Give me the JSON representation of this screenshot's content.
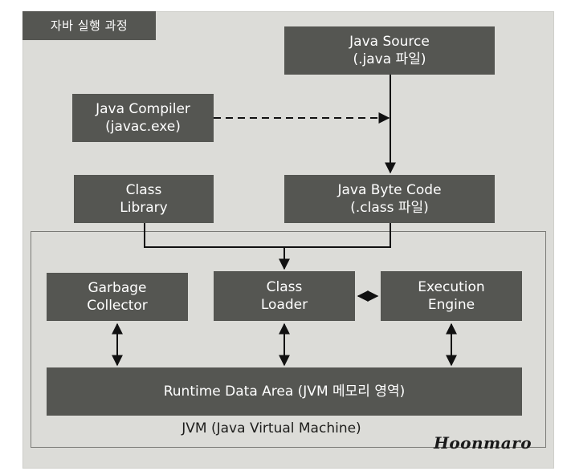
{
  "diagram": {
    "title": "자바 실행 과정",
    "nodes": {
      "java_source": {
        "lines": [
          "Java Source",
          "(.java 파일)"
        ]
      },
      "java_compiler": {
        "lines": [
          "Java Compiler",
          "(javac.exe)"
        ]
      },
      "class_library": {
        "lines": [
          "Class",
          "Library"
        ]
      },
      "java_byte_code": {
        "lines": [
          "Java Byte Code",
          "(.class 파일)"
        ]
      },
      "garbage_collector": {
        "lines": [
          "Garbage",
          "Collector"
        ]
      },
      "class_loader": {
        "lines": [
          "Class",
          "Loader"
        ]
      },
      "execution_engine": {
        "lines": [
          "Execution",
          "Engine"
        ]
      },
      "runtime_data_area": {
        "lines": [
          "Runtime Data Area (JVM 메모리 영역)"
        ]
      }
    },
    "container_label": "JVM (Java Virtual Machine)",
    "signature": "Hoonmaro",
    "colors": {
      "box_fill": "#555652",
      "box_text": "#ffffff",
      "panel_bg": "#dcdcd8",
      "line": "#111111"
    }
  }
}
